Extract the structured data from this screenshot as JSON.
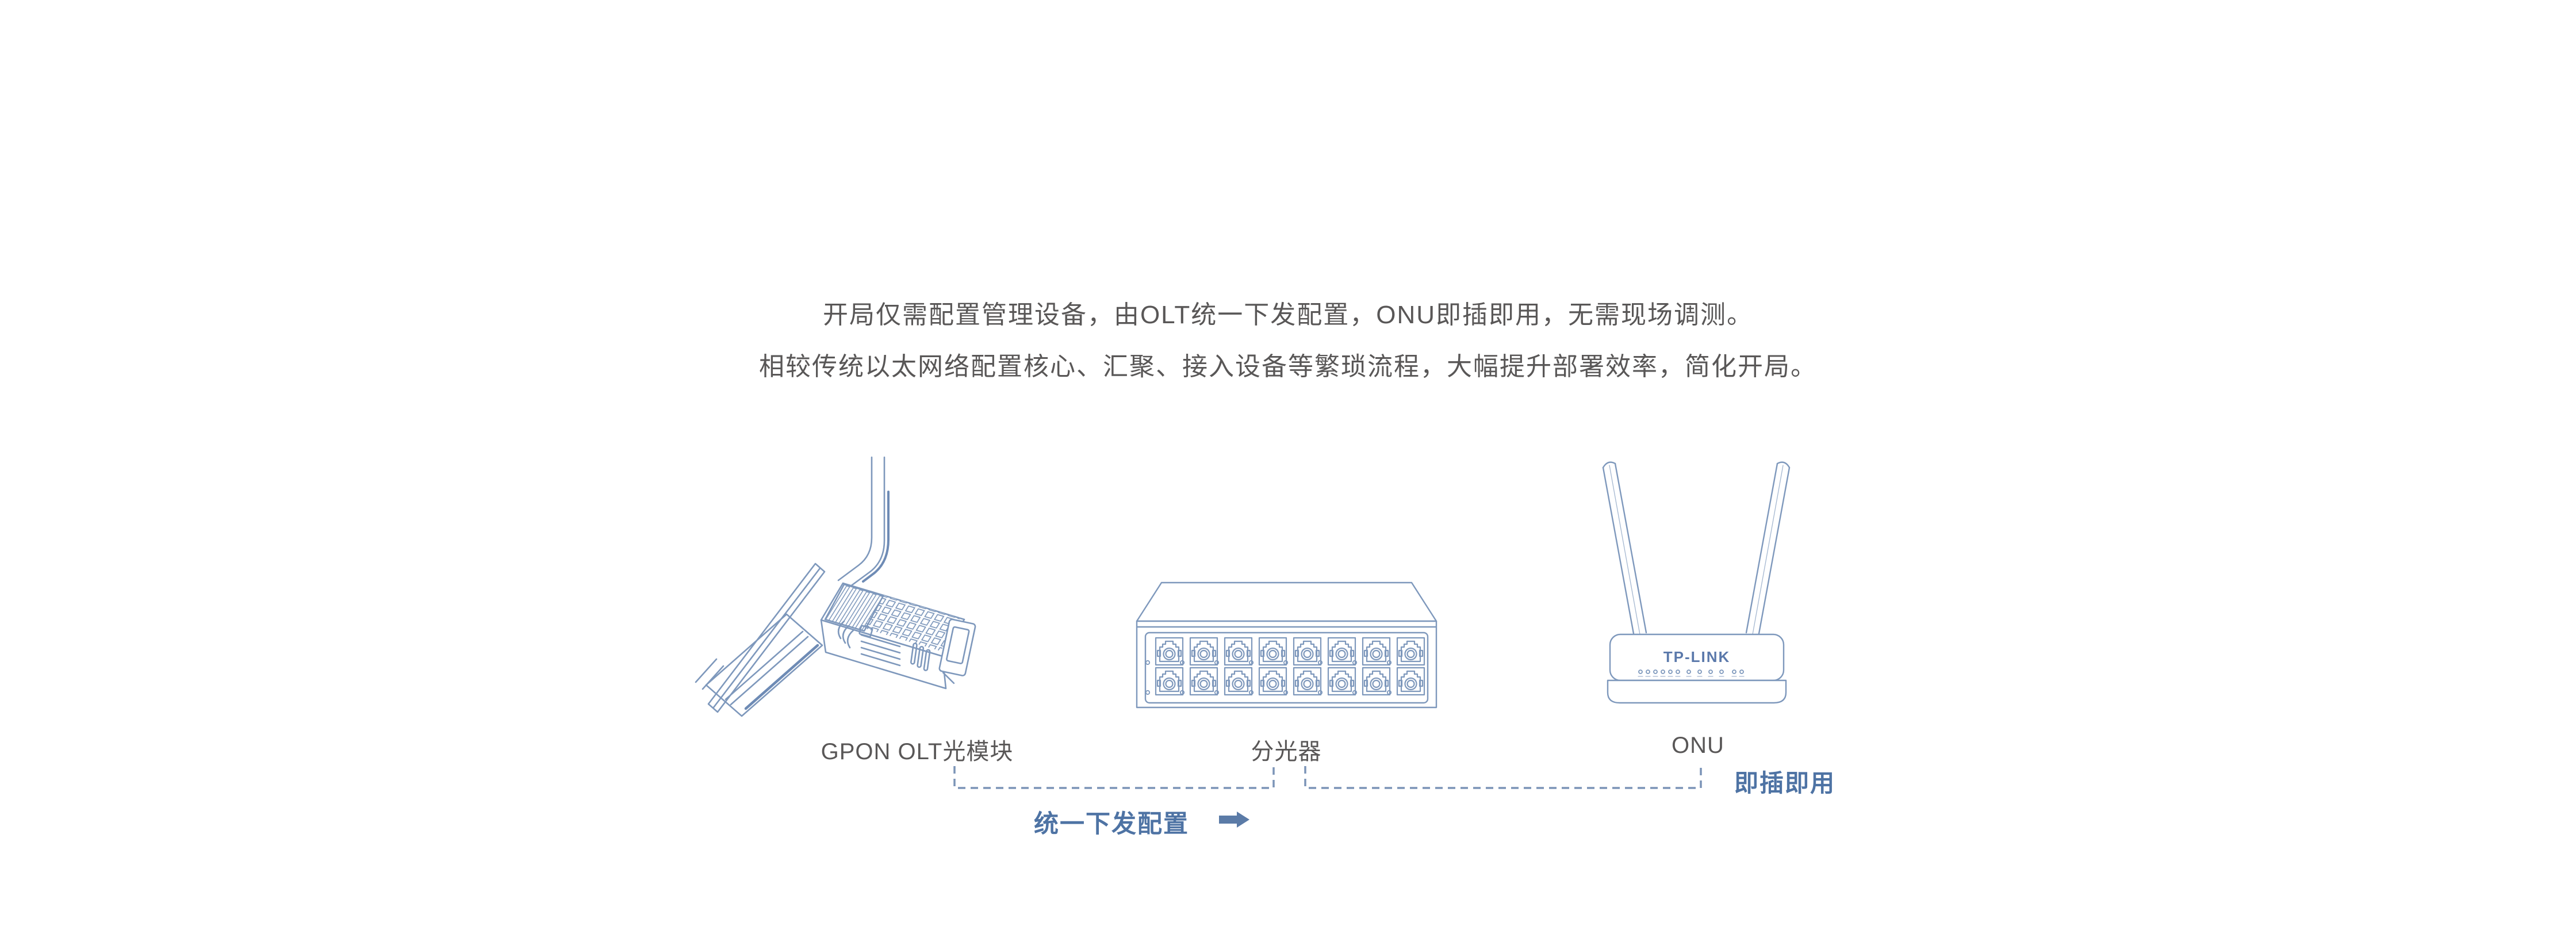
{
  "intro": {
    "line1": "开局仅需配置管理设备，由OLT统一下发配置，ONU即插即用，无需现场调测。",
    "line2": "相较传统以太网络配置核心、汇聚、接入设备等繁琐流程，大幅提升部署效率，简化开局。"
  },
  "devices": {
    "olt": {
      "label": "GPON OLT光模块"
    },
    "splitter": {
      "label": "分光器"
    },
    "onu": {
      "label": "ONU",
      "brand": "TP-LINK"
    }
  },
  "flow": {
    "unified_config_label": "统一下发配置",
    "plug_and_play_label": "即插即用",
    "arrow_icon": "right-arrow"
  },
  "colors": {
    "body_text": "#595757",
    "accent_text": "#4e73a4",
    "illustration_stroke": "#7e98bc",
    "illustration_accent": "#5577a8",
    "dashed_connector": "#7b94b7",
    "arrow_fill": "#5b7ba7",
    "brand_logo": "#5b79ab",
    "background": "#ffffff"
  }
}
